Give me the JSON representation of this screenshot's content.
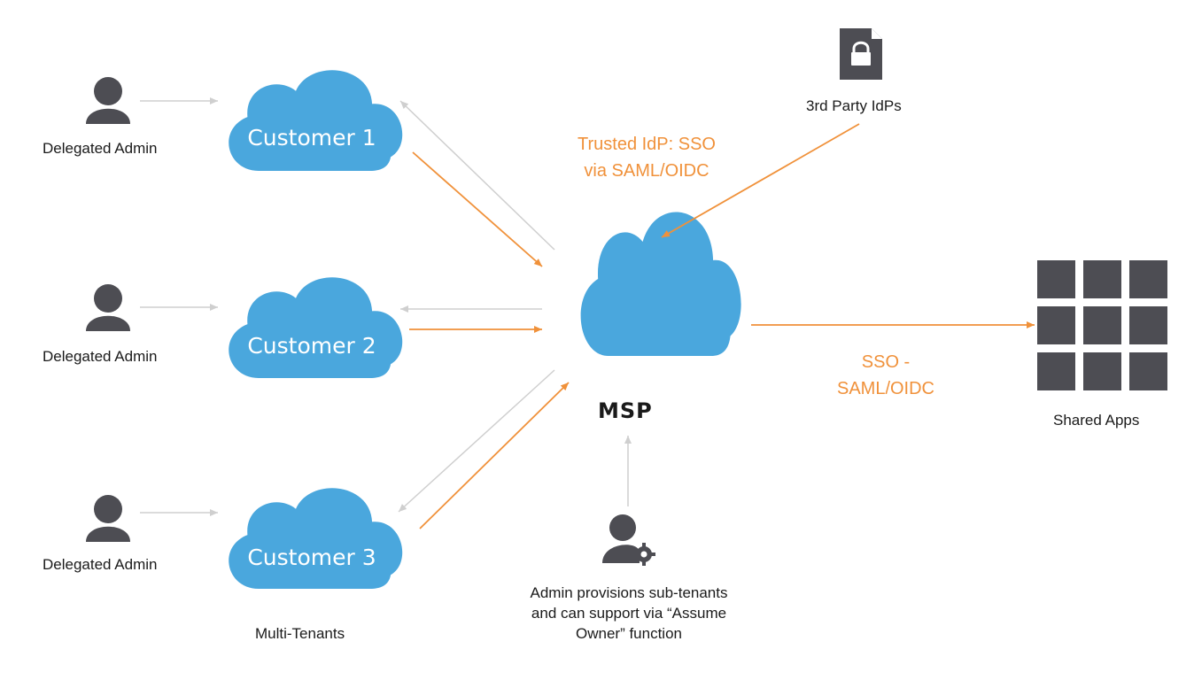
{
  "customers": [
    {
      "name": "Customer 1",
      "admin_label": "Delegated Admin"
    },
    {
      "name": "Customer 2",
      "admin_label": "Delegated Admin"
    },
    {
      "name": "Customer 3",
      "admin_label": "Delegated Admin"
    }
  ],
  "multi_tenants_label": "Multi-Tenants",
  "msp_label": "MSP",
  "idp": {
    "label": "3rd Party IdPs",
    "trust_line1": "Trusted IdP: SSO",
    "trust_line2": "via SAML/OIDC"
  },
  "sso": {
    "line1": "SSO -",
    "line2": "SAML/OIDC"
  },
  "apps_label": "Shared Apps",
  "admin": {
    "line1": "Admin provisions sub-tenants",
    "line2": "and can support via “Assume",
    "line3": "Owner” function"
  },
  "colors": {
    "cloud": "#4aa7dd",
    "orange": "#f0913a",
    "gray_arrow": "#cfcfcf",
    "icon": "#4d4d53"
  },
  "icons": [
    "person-icon",
    "admin-gear-icon",
    "lock-document-icon",
    "app-grid-icon",
    "cloud-icon"
  ]
}
